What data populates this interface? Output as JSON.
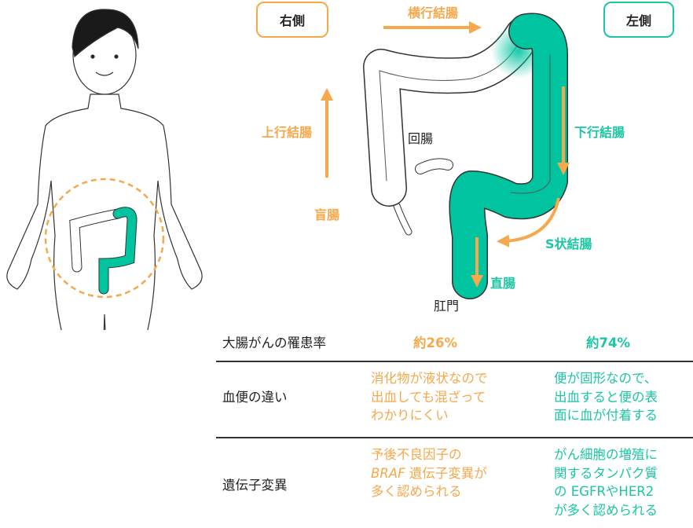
{
  "colors": {
    "right": "#f6a84c",
    "left": "#1cc6a4",
    "colon_left_fill": "#00c4a0"
  },
  "diagram": {
    "right_side": "右側",
    "left_side": "左側",
    "transverse": "横行結腸",
    "ascending": "上行結腸",
    "cecum": "盲腸",
    "ileum": "回腸",
    "descending": "下行結腸",
    "sigmoid": "S状結腸",
    "rectum": "直腸",
    "anus": "肛門"
  },
  "table": {
    "rows": [
      {
        "label": "大腸がんの罹患率",
        "right": [
          "約26%"
        ],
        "left": [
          "約74%"
        ]
      },
      {
        "label": "血便の違い",
        "right": [
          "消化物が液状なので",
          "出血しても混ざって",
          "わかりにくい"
        ],
        "left": [
          "便が固形なので、",
          "出血すると便の表",
          "面に血が付着する"
        ]
      },
      {
        "label": "遺伝子変異",
        "right_italic": "BRAF",
        "right": [
          "予後不良因子の",
          " 遺伝子変異が",
          "多く認められる"
        ],
        "left": [
          "がん細胞の増殖に",
          "関するタンパク質",
          "の EGFRやHER2",
          "が多く認められる"
        ]
      }
    ]
  }
}
